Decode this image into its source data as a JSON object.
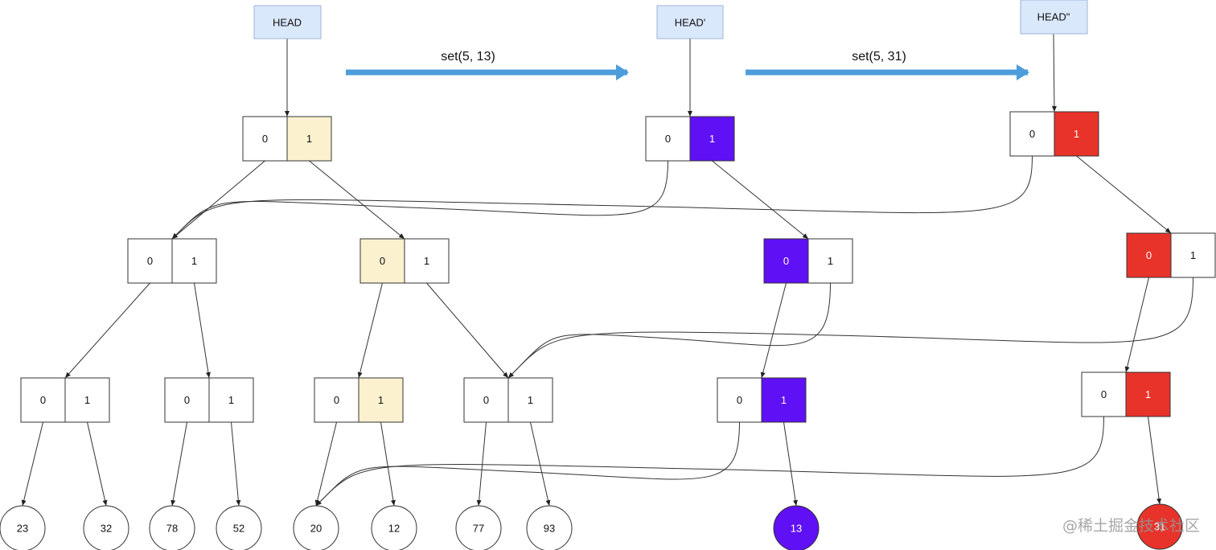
{
  "colors": {
    "head_fill": "#dae8fc",
    "head_stroke": "#9db3d6",
    "arrow_blue": "#4d9ddb",
    "highlight_v0": "#fbf1cf",
    "highlight_v1": "#6010f5",
    "highlight_v2": "#e8332a",
    "stroke": "#333333",
    "white_text": "#ffffff",
    "dark_text": "#111111"
  },
  "heads": [
    {
      "id": "head0",
      "label": "HEAD"
    },
    {
      "id": "head1",
      "label": "HEAD'"
    },
    {
      "id": "head2",
      "label": "HEAD\""
    }
  ],
  "operations": [
    {
      "id": "op1",
      "label": "set(5, 13)"
    },
    {
      "id": "op2",
      "label": "set(5, 31)"
    }
  ],
  "nodes": [
    {
      "id": "r0",
      "version": 0,
      "level": "root",
      "cells": [
        "0",
        "1"
      ],
      "highlight": [
        false,
        true
      ]
    },
    {
      "id": "a0",
      "version": 0,
      "level": "2",
      "cells": [
        "0",
        "1"
      ],
      "highlight": [
        false,
        false
      ]
    },
    {
      "id": "b0",
      "version": 0,
      "level": "2",
      "cells": [
        "0",
        "1"
      ],
      "highlight": [
        true,
        false
      ]
    },
    {
      "id": "c0",
      "version": 0,
      "level": "3",
      "cells": [
        "0",
        "1"
      ],
      "highlight": [
        false,
        false
      ]
    },
    {
      "id": "d0",
      "version": 0,
      "level": "3",
      "cells": [
        "0",
        "1"
      ],
      "highlight": [
        false,
        false
      ]
    },
    {
      "id": "e0",
      "version": 0,
      "level": "3",
      "cells": [
        "0",
        "1"
      ],
      "highlight": [
        false,
        true
      ]
    },
    {
      "id": "f0",
      "version": 0,
      "level": "3",
      "cells": [
        "0",
        "1"
      ],
      "highlight": [
        false,
        false
      ]
    },
    {
      "id": "r1",
      "version": 1,
      "level": "root",
      "cells": [
        "0",
        "1"
      ],
      "highlight": [
        false,
        true
      ]
    },
    {
      "id": "b1",
      "version": 1,
      "level": "2",
      "cells": [
        "0",
        "1"
      ],
      "highlight": [
        true,
        false
      ]
    },
    {
      "id": "e1",
      "version": 1,
      "level": "3",
      "cells": [
        "0",
        "1"
      ],
      "highlight": [
        false,
        true
      ]
    },
    {
      "id": "r2",
      "version": 2,
      "level": "root",
      "cells": [
        "0",
        "1"
      ],
      "highlight": [
        false,
        true
      ]
    },
    {
      "id": "b2",
      "version": 2,
      "level": "2",
      "cells": [
        "0",
        "1"
      ],
      "highlight": [
        true,
        false
      ]
    },
    {
      "id": "e2",
      "version": 2,
      "level": "3",
      "cells": [
        "0",
        "1"
      ],
      "highlight": [
        false,
        true
      ]
    }
  ],
  "leaves": [
    {
      "id": "l23",
      "value": "23",
      "version": 0
    },
    {
      "id": "l32",
      "value": "32",
      "version": 0
    },
    {
      "id": "l78",
      "value": "78",
      "version": 0
    },
    {
      "id": "l52",
      "value": "52",
      "version": 0
    },
    {
      "id": "l20",
      "value": "20",
      "version": 0
    },
    {
      "id": "l12",
      "value": "12",
      "version": 0
    },
    {
      "id": "l77",
      "value": "77",
      "version": 0
    },
    {
      "id": "l93",
      "value": "93",
      "version": 0
    },
    {
      "id": "l13",
      "value": "13",
      "version": 1
    },
    {
      "id": "l31",
      "value": "31",
      "version": 2
    }
  ],
  "edges": [
    {
      "from": "head0",
      "to": "r0"
    },
    {
      "from": "head1",
      "to": "r1"
    },
    {
      "from": "head2",
      "to": "r2"
    },
    {
      "from": "r0.0",
      "to": "a0"
    },
    {
      "from": "r0.1",
      "to": "b0"
    },
    {
      "from": "a0.0",
      "to": "c0"
    },
    {
      "from": "a0.1",
      "to": "d0"
    },
    {
      "from": "b0.0",
      "to": "e0"
    },
    {
      "from": "b0.1",
      "to": "f0"
    },
    {
      "from": "c0.0",
      "to": "l23"
    },
    {
      "from": "c0.1",
      "to": "l32"
    },
    {
      "from": "d0.0",
      "to": "l78"
    },
    {
      "from": "d0.1",
      "to": "l52"
    },
    {
      "from": "e0.0",
      "to": "l20"
    },
    {
      "from": "e0.1",
      "to": "l12"
    },
    {
      "from": "f0.0",
      "to": "l77"
    },
    {
      "from": "f0.1",
      "to": "l93"
    },
    {
      "from": "r1.0",
      "to": "a0",
      "shared": true
    },
    {
      "from": "r1.1",
      "to": "b1"
    },
    {
      "from": "b1.0",
      "to": "e1"
    },
    {
      "from": "b1.1",
      "to": "f0",
      "shared": true
    },
    {
      "from": "e1.0",
      "to": "l20",
      "shared": true
    },
    {
      "from": "e1.1",
      "to": "l13"
    },
    {
      "from": "r2.0",
      "to": "a0",
      "shared": true
    },
    {
      "from": "r2.1",
      "to": "b2"
    },
    {
      "from": "b2.0",
      "to": "e2"
    },
    {
      "from": "b2.1",
      "to": "f0",
      "shared": true
    },
    {
      "from": "e2.0",
      "to": "l20",
      "shared": true
    },
    {
      "from": "e2.1",
      "to": "l31"
    }
  ],
  "watermark": "@稀土掘金技术社区"
}
